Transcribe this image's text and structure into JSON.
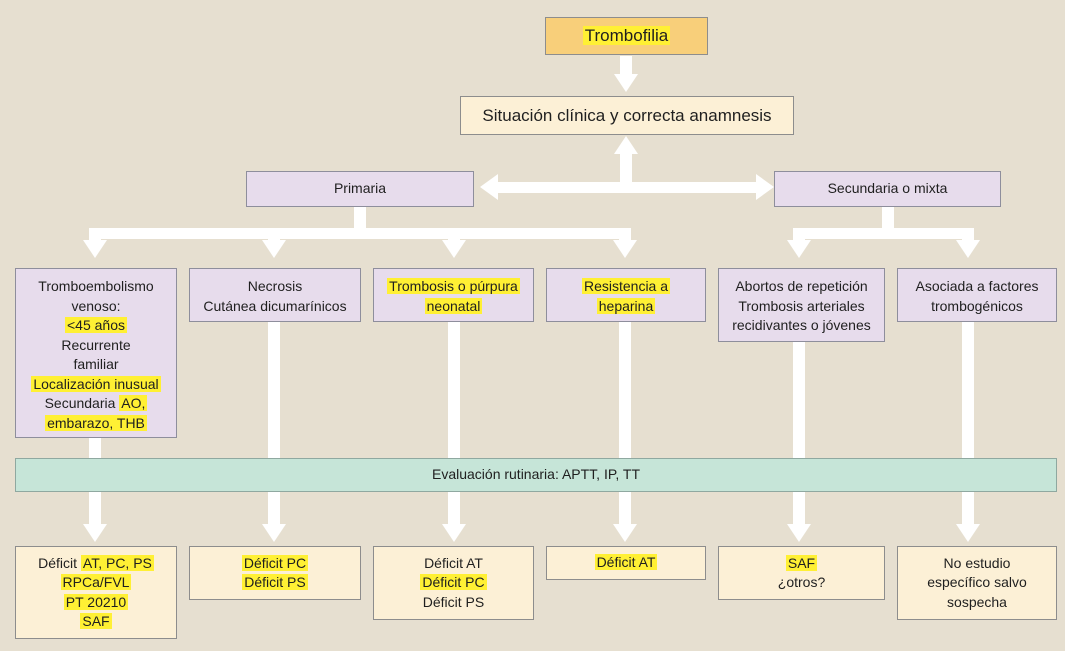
{
  "colors": {
    "background": "#e6dfd0",
    "arrow": "#ffffff",
    "highlight": "#fff034",
    "box_top": "#f8cf7a",
    "box_cream": "#fcf0d6",
    "box_lavender": "#e7dcec",
    "box_teal": "#c6e5d8"
  },
  "nodes": {
    "trombofilia": {
      "lines": [
        [
          {
            "t": "Trombofilia",
            "hl": true
          }
        ]
      ]
    },
    "situacion": {
      "lines": [
        [
          {
            "t": "Situación clínica y correcta anamnesis"
          }
        ]
      ]
    },
    "primaria": {
      "lines": [
        [
          {
            "t": "Primaria"
          }
        ]
      ]
    },
    "secundaria": {
      "lines": [
        [
          {
            "t": "Secundaria o mixta"
          }
        ]
      ]
    },
    "tromboembolismo": {
      "lines": [
        [
          {
            "t": "Tromboembolismo"
          }
        ],
        [
          {
            "t": "venoso:"
          }
        ],
        [
          {
            "t": "<45 años",
            "hl": true
          }
        ],
        [
          {
            "t": "Recurrente"
          }
        ],
        [
          {
            "t": "familiar"
          }
        ],
        [
          {
            "t": "Localización inusual",
            "hl": true
          }
        ],
        [
          {
            "t": "Secundaria "
          },
          {
            "t": "AO,",
            "hl": true
          }
        ],
        [
          {
            "t": "embarazo, THB",
            "hl": true
          }
        ]
      ]
    },
    "necrosis": {
      "lines": [
        [
          {
            "t": "Necrosis"
          }
        ],
        [
          {
            "t": "Cutánea dicumarínicos"
          }
        ]
      ]
    },
    "trombosis_neonatal": {
      "lines": [
        [
          {
            "t": "Trombosis o púrpura",
            "hl": true
          }
        ],
        [
          {
            "t": "neonatal",
            "hl": true
          }
        ]
      ]
    },
    "resistencia": {
      "lines": [
        [
          {
            "t": "Resistencia a",
            "hl": true
          }
        ],
        [
          {
            "t": "heparina",
            "hl": true
          }
        ]
      ]
    },
    "abortos": {
      "lines": [
        [
          {
            "t": "Abortos de repetición"
          }
        ],
        [
          {
            "t": "Trombosis arteriales"
          }
        ],
        [
          {
            "t": "recidivantes o jóvenes"
          }
        ]
      ]
    },
    "asociada": {
      "lines": [
        [
          {
            "t": "Asociada a factores"
          }
        ],
        [
          {
            "t": "trombogénicos"
          }
        ]
      ]
    },
    "evaluacion": {
      "lines": [
        [
          {
            "t": "Evaluación rutinaria: APTT, IP, TT"
          }
        ]
      ]
    },
    "res1": {
      "lines": [
        [
          {
            "t": "Déficit "
          },
          {
            "t": "AT, PC, PS",
            "hl": true
          }
        ],
        [
          {
            "t": "RPCa/FVL",
            "hl": true
          }
        ],
        [
          {
            "t": "PT 20210",
            "hl": true
          }
        ],
        [
          {
            "t": "SAF",
            "hl": true
          }
        ]
      ]
    },
    "res2": {
      "lines": [
        [
          {
            "t": "Déficit PC",
            "hl": true
          }
        ],
        [
          {
            "t": "Déficit PS",
            "hl": true
          }
        ]
      ]
    },
    "res3": {
      "lines": [
        [
          {
            "t": "Déficit AT"
          }
        ],
        [
          {
            "t": "Déficit PC",
            "hl": true
          }
        ],
        [
          {
            "t": "Déficit PS"
          }
        ]
      ]
    },
    "res4": {
      "lines": [
        [
          {
            "t": "Déficit AT",
            "hl": true
          }
        ]
      ]
    },
    "res5": {
      "lines": [
        [
          {
            "t": "SAF",
            "hl": true
          }
        ],
        [
          {
            "t": "¿otros?"
          }
        ]
      ]
    },
    "res6": {
      "lines": [
        [
          {
            "t": "No estudio"
          }
        ],
        [
          {
            "t": "específico salvo"
          }
        ],
        [
          {
            "t": "sospecha"
          }
        ]
      ]
    }
  }
}
